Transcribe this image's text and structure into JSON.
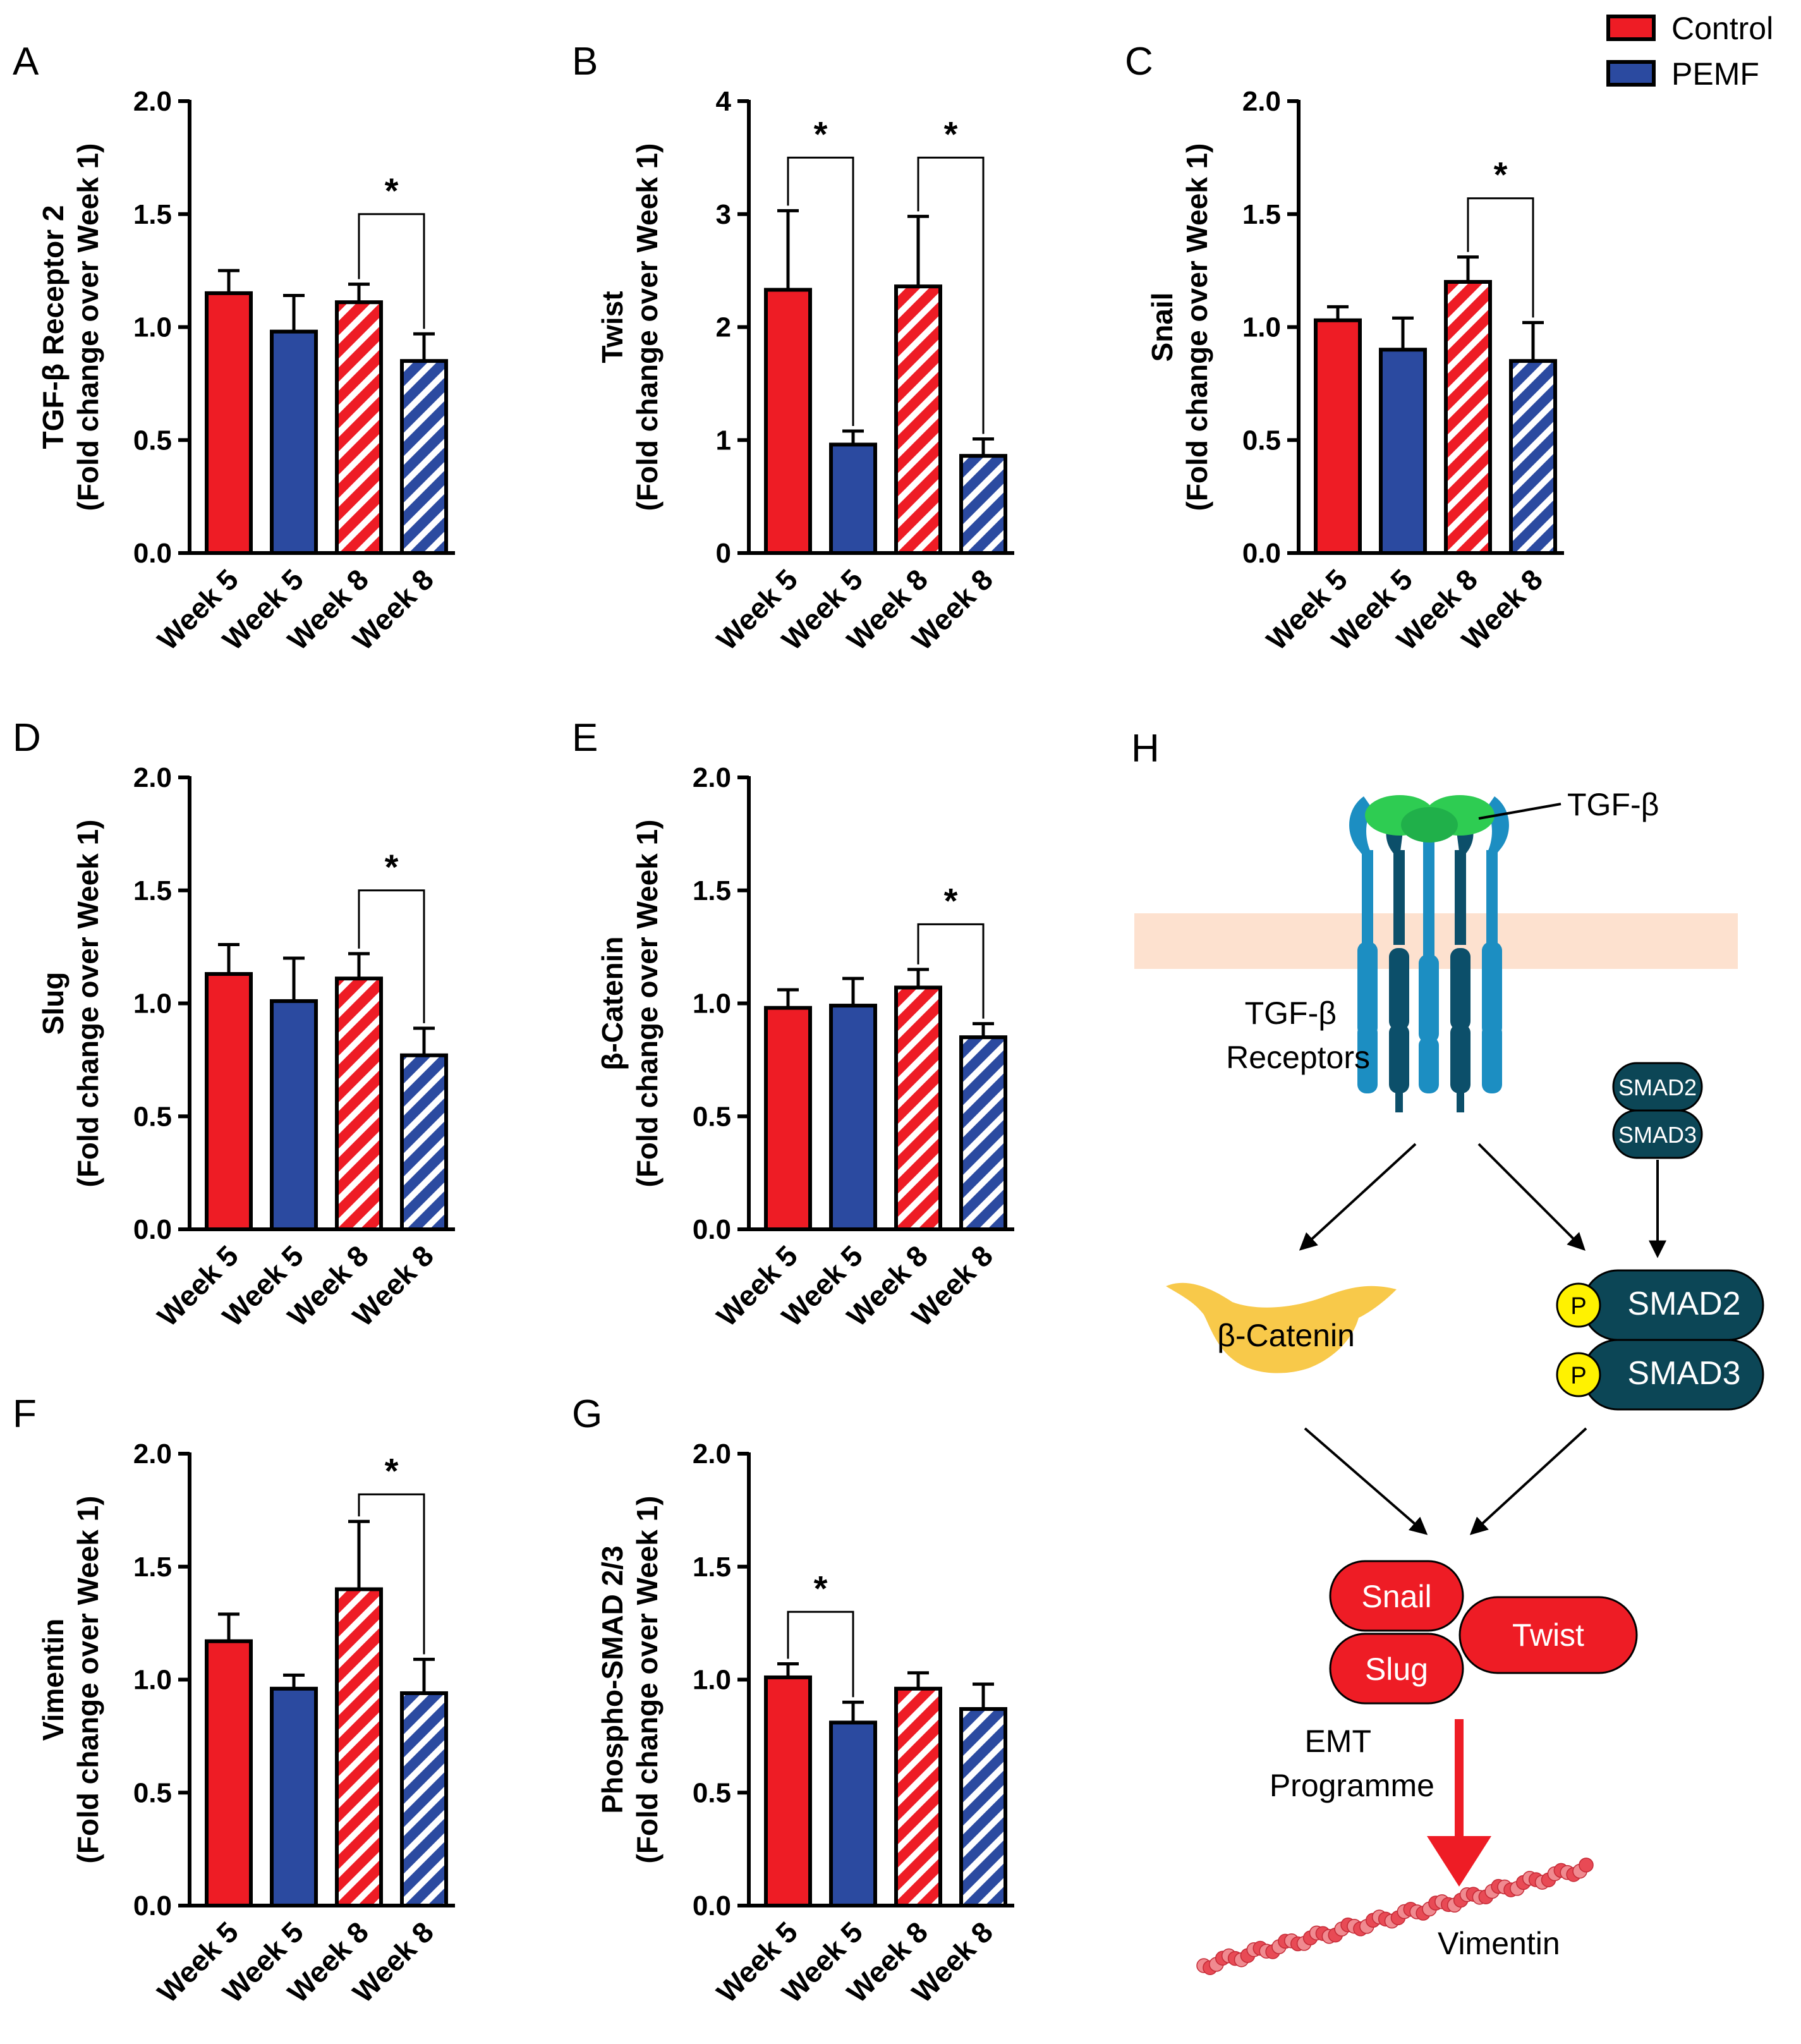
{
  "legend": {
    "items": [
      {
        "label": "Control",
        "color": "#ee1c25"
      },
      {
        "label": "PEMF",
        "color": "#2b4aa0"
      }
    ]
  },
  "colors": {
    "control": "#ee1c25",
    "pemf": "#2b4aa0",
    "stripe": "#ffffff"
  },
  "chart_data": [
    {
      "panel": "A",
      "type": "bar",
      "ylabel_line1": "TGF-β Receptor 2",
      "ylabel_line2": "(Fold change over Week 1)",
      "categories": [
        "Week 5",
        "Week 5",
        "Week 8",
        "Week 8"
      ],
      "groups": [
        "Control",
        "PEMF",
        "Control",
        "PEMF"
      ],
      "patterns": [
        "solid",
        "solid",
        "striped",
        "striped"
      ],
      "values": [
        1.15,
        0.98,
        1.11,
        0.85
      ],
      "errors": [
        0.1,
        0.16,
        0.08,
        0.12
      ],
      "ylim": [
        0,
        2.0
      ],
      "ticks": [
        "0.0",
        "0.5",
        "1.0",
        "1.5",
        "2.0"
      ],
      "tick_values": [
        0,
        0.5,
        1.0,
        1.5,
        2.0
      ],
      "significance": [
        {
          "from": 2,
          "to": 3,
          "level": 1.5,
          "label": "*"
        }
      ]
    },
    {
      "panel": "B",
      "type": "bar",
      "ylabel_line1": "Twist",
      "ylabel_line2": "(Fold change over Week 1)",
      "categories": [
        "Week 5",
        "Week 5",
        "Week 8",
        "Week 8"
      ],
      "groups": [
        "Control",
        "PEMF",
        "Control",
        "PEMF"
      ],
      "patterns": [
        "solid",
        "solid",
        "striped",
        "striped"
      ],
      "values": [
        2.33,
        0.96,
        2.36,
        0.86
      ],
      "errors": [
        0.7,
        0.12,
        0.62,
        0.15
      ],
      "ylim": [
        0,
        4
      ],
      "ticks": [
        "0",
        "1",
        "2",
        "3",
        "4"
      ],
      "tick_values": [
        0,
        1,
        2,
        3,
        4
      ],
      "significance": [
        {
          "from": 0,
          "to": 1,
          "level": 3.5,
          "label": "*"
        },
        {
          "from": 2,
          "to": 3,
          "level": 3.5,
          "label": "*"
        }
      ]
    },
    {
      "panel": "C",
      "type": "bar",
      "ylabel_line1": "Snail",
      "ylabel_line2": "(Fold change over Week 1)",
      "categories": [
        "Week 5",
        "Week 5",
        "Week 8",
        "Week 8"
      ],
      "groups": [
        "Control",
        "PEMF",
        "Control",
        "PEMF"
      ],
      "patterns": [
        "solid",
        "solid",
        "striped",
        "striped"
      ],
      "values": [
        1.03,
        0.9,
        1.2,
        0.85
      ],
      "errors": [
        0.06,
        0.14,
        0.11,
        0.17
      ],
      "ylim": [
        0,
        2.0
      ],
      "ticks": [
        "0.0",
        "0.5",
        "1.0",
        "1.5",
        "2.0"
      ],
      "tick_values": [
        0,
        0.5,
        1.0,
        1.5,
        2.0
      ],
      "significance": [
        {
          "from": 2,
          "to": 3,
          "level": 1.57,
          "label": "*"
        }
      ]
    },
    {
      "panel": "D",
      "type": "bar",
      "ylabel_line1": "Slug",
      "ylabel_line2": "(Fold change over Week 1)",
      "categories": [
        "Week 5",
        "Week 5",
        "Week 8",
        "Week 8"
      ],
      "groups": [
        "Control",
        "PEMF",
        "Control",
        "PEMF"
      ],
      "patterns": [
        "solid",
        "solid",
        "striped",
        "striped"
      ],
      "values": [
        1.13,
        1.01,
        1.11,
        0.77
      ],
      "errors": [
        0.13,
        0.19,
        0.11,
        0.12
      ],
      "ylim": [
        0,
        2.0
      ],
      "ticks": [
        "0.0",
        "0.5",
        "1.0",
        "1.5",
        "2.0"
      ],
      "tick_values": [
        0,
        0.5,
        1.0,
        1.5,
        2.0
      ],
      "significance": [
        {
          "from": 2,
          "to": 3,
          "level": 1.5,
          "label": "*"
        }
      ]
    },
    {
      "panel": "E",
      "type": "bar",
      "ylabel_line1": "β-Catenin",
      "ylabel_line2": "(Fold change over Week 1)",
      "categories": [
        "Week 5",
        "Week 5",
        "Week 8",
        "Week 8"
      ],
      "groups": [
        "Control",
        "PEMF",
        "Control",
        "PEMF"
      ],
      "patterns": [
        "solid",
        "solid",
        "striped",
        "striped"
      ],
      "values": [
        0.98,
        0.99,
        1.07,
        0.85
      ],
      "errors": [
        0.08,
        0.12,
        0.08,
        0.06
      ],
      "ylim": [
        0,
        2.0
      ],
      "ticks": [
        "0.0",
        "0.5",
        "1.0",
        "1.5",
        "2.0"
      ],
      "tick_values": [
        0,
        0.5,
        1.0,
        1.5,
        2.0
      ],
      "significance": [
        {
          "from": 2,
          "to": 3,
          "level": 1.35,
          "label": "*"
        }
      ]
    },
    {
      "panel": "F",
      "type": "bar",
      "ylabel_line1": "Vimentin",
      "ylabel_line2": "(Fold change over Week 1)",
      "categories": [
        "Week 5",
        "Week 5",
        "Week 8",
        "Week 8"
      ],
      "groups": [
        "Control",
        "PEMF",
        "Control",
        "PEMF"
      ],
      "patterns": [
        "solid",
        "solid",
        "striped",
        "striped"
      ],
      "values": [
        1.17,
        0.96,
        1.4,
        0.94
      ],
      "errors": [
        0.12,
        0.06,
        0.3,
        0.15
      ],
      "ylim": [
        0,
        2.0
      ],
      "ticks": [
        "0.0",
        "0.5",
        "1.0",
        "1.5",
        "2.0"
      ],
      "tick_values": [
        0,
        0.5,
        1.0,
        1.5,
        2.0
      ],
      "significance": [
        {
          "from": 2,
          "to": 3,
          "level": 1.82,
          "label": "*"
        }
      ]
    },
    {
      "panel": "G",
      "type": "bar",
      "ylabel_line1": "Phospho-SMAD 2/3",
      "ylabel_line2": "(Fold change over Week 1)",
      "categories": [
        "Week 5",
        "Week 5",
        "Week 8",
        "Week 8"
      ],
      "groups": [
        "Control",
        "PEMF",
        "Control",
        "PEMF"
      ],
      "patterns": [
        "solid",
        "solid",
        "striped",
        "striped"
      ],
      "values": [
        1.01,
        0.81,
        0.96,
        0.87
      ],
      "errors": [
        0.06,
        0.09,
        0.07,
        0.11
      ],
      "ylim": [
        0,
        2.0
      ],
      "ticks": [
        "0.0",
        "0.5",
        "1.0",
        "1.5",
        "2.0"
      ],
      "tick_values": [
        0,
        0.5,
        1.0,
        1.5,
        2.0
      ],
      "significance": [
        {
          "from": 0,
          "to": 1,
          "level": 1.3,
          "label": "*"
        }
      ]
    }
  ],
  "diagram": {
    "panel": "H",
    "tgf_label": "TGF-β",
    "receptor_label_line1": "TGF-β",
    "receptor_label_line2": "Receptors",
    "smad2": "SMAD2",
    "smad3": "SMAD3",
    "p_label": "P",
    "beta_catenin": "β-Catenin",
    "snail": "Snail",
    "slug": "Slug",
    "twist": "Twist",
    "emt_line1": "EMT",
    "emt_line2": "Programme",
    "vimentin": "Vimentin"
  }
}
